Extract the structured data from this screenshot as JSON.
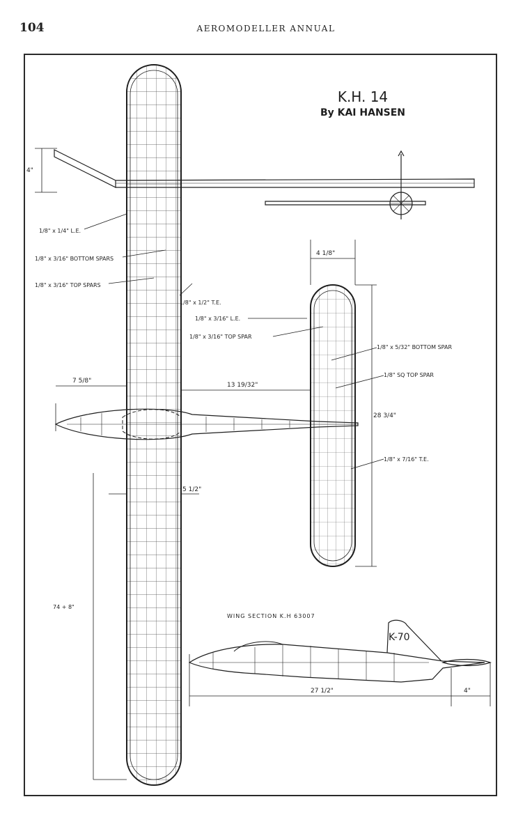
{
  "header": {
    "page_number": "104",
    "running_title": "AEROMODELLER ANNUAL"
  },
  "plan": {
    "title": "K.H. 14",
    "author": "By KAI HANSEN",
    "wing_section": "WING SECTION K.H 63007",
    "fin_marking": "K-70",
    "labels": {
      "wing_le": "1/8\" x 1/4\" L.E.",
      "wing_bottom_spars": "1/8\" x 3/16\" BOTTOM SPARS",
      "wing_top_spars": "1/8\" x 3/16\" TOP SPARS",
      "wing_te": "1/8\" x 1/2\" T.E.",
      "tail_le": "1/8\" x 3/16\" L.E.",
      "tail_top_spar": "1/8\" x 3/16\" TOP SPAR",
      "tail_bottom_spar": "1/8\" x 5/32\" BOTTOM SPAR",
      "tail_sq_top_spar": "1/8\" SQ TOP SPAR",
      "tail_te": "1/8\" x 7/16\" T.E."
    },
    "dimensions": {
      "dihedral": "4\"",
      "tail_chord": "4 1/8\"",
      "nose_to_wing": "7 5/8\"",
      "wing_to_tail": "13 19/32\"",
      "tail_span": "28 3/4\"",
      "wing_chord": "5 1/2\"",
      "wing_span": "74 + 8\"",
      "fuselage_length": "27 1/2\"",
      "tail_extension": "4\""
    }
  }
}
